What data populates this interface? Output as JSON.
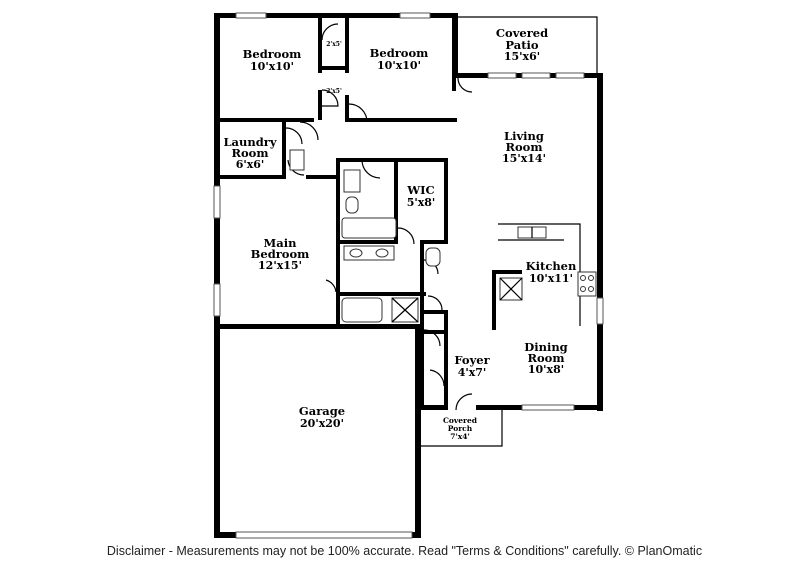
{
  "rooms": {
    "bedroom_left": {
      "name": "Bedroom",
      "dims": "10'x10'"
    },
    "bedroom_right": {
      "name": "Bedroom",
      "dims": "10'x10'"
    },
    "closet_top": {
      "dims": "2'x5'"
    },
    "closet_mid": {
      "dims": "2'x5'"
    },
    "covered_patio": {
      "name_1": "Covered",
      "name_2": "Patio",
      "dims": "15'x6'"
    },
    "laundry": {
      "name_1": "Laundry",
      "name_2": "Room",
      "dims": "6'x6'"
    },
    "living": {
      "name_1": "Living",
      "name_2": "Room",
      "dims": "15'x14'"
    },
    "wic": {
      "name": "WIC",
      "dims": "5'x8'"
    },
    "main_bedroom": {
      "name_1": "Main",
      "name_2": "Bedroom",
      "dims": "12'x15'"
    },
    "kitchen": {
      "name": "Kitchen",
      "dims": "10'x11'"
    },
    "dining": {
      "name_1": "Dining",
      "name_2": "Room",
      "dims": "10'x8'"
    },
    "foyer": {
      "name": "Foyer",
      "dims": "4'x7'"
    },
    "garage": {
      "name": "Garage",
      "dims": "20'x20'"
    },
    "covered_porch": {
      "name_1": "Covered",
      "name_2": "Porch",
      "dims": "7'x4'"
    }
  },
  "footer": {
    "disclaimer": "Disclaimer - Measurements may not be 100% accurate. Read \"Terms & Conditions\" carefully. © PlanOmatic"
  }
}
